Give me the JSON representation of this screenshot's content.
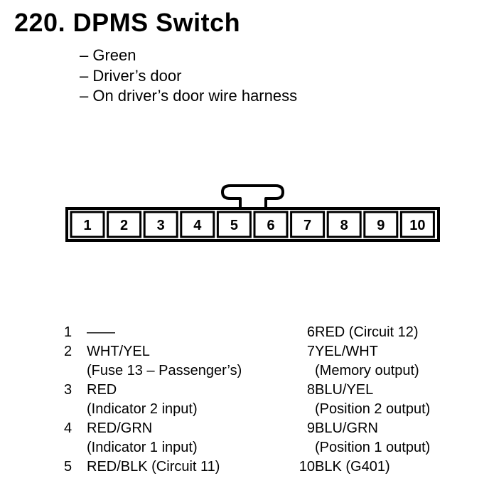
{
  "heading": {
    "number": "220.",
    "name": "DPMS Switch"
  },
  "details": [
    "– Green",
    "– Driver’s door",
    "– On driver’s door wire harness"
  ],
  "connector": {
    "cavities": [
      "1",
      "2",
      "3",
      "4",
      "5",
      "6",
      "7",
      "8",
      "9",
      "10"
    ]
  },
  "pins_left": [
    {
      "number": "1",
      "wire": "——",
      "note": ""
    },
    {
      "number": "2",
      "wire": "WHT/YEL",
      "note": "(Fuse 13 – Passenger’s)"
    },
    {
      "number": "3",
      "wire": "RED",
      "note": "(Indicator 2 input)"
    },
    {
      "number": "4",
      "wire": "RED/GRN",
      "note": "(Indicator 1 input)"
    },
    {
      "number": "5",
      "wire": "RED/BLK (Circuit 11)",
      "note": ""
    }
  ],
  "pins_right": [
    {
      "number": "6",
      "wire": "RED (Circuit 12)",
      "note": ""
    },
    {
      "number": "7",
      "wire": "YEL/WHT",
      "note": "(Memory output)"
    },
    {
      "number": "8",
      "wire": "BLU/YEL",
      "note": "(Position 2 output)"
    },
    {
      "number": "9",
      "wire": "BLU/GRN",
      "note": "(Position 1 output)"
    },
    {
      "number": "10",
      "wire": "BLK (G401)",
      "note": ""
    }
  ]
}
